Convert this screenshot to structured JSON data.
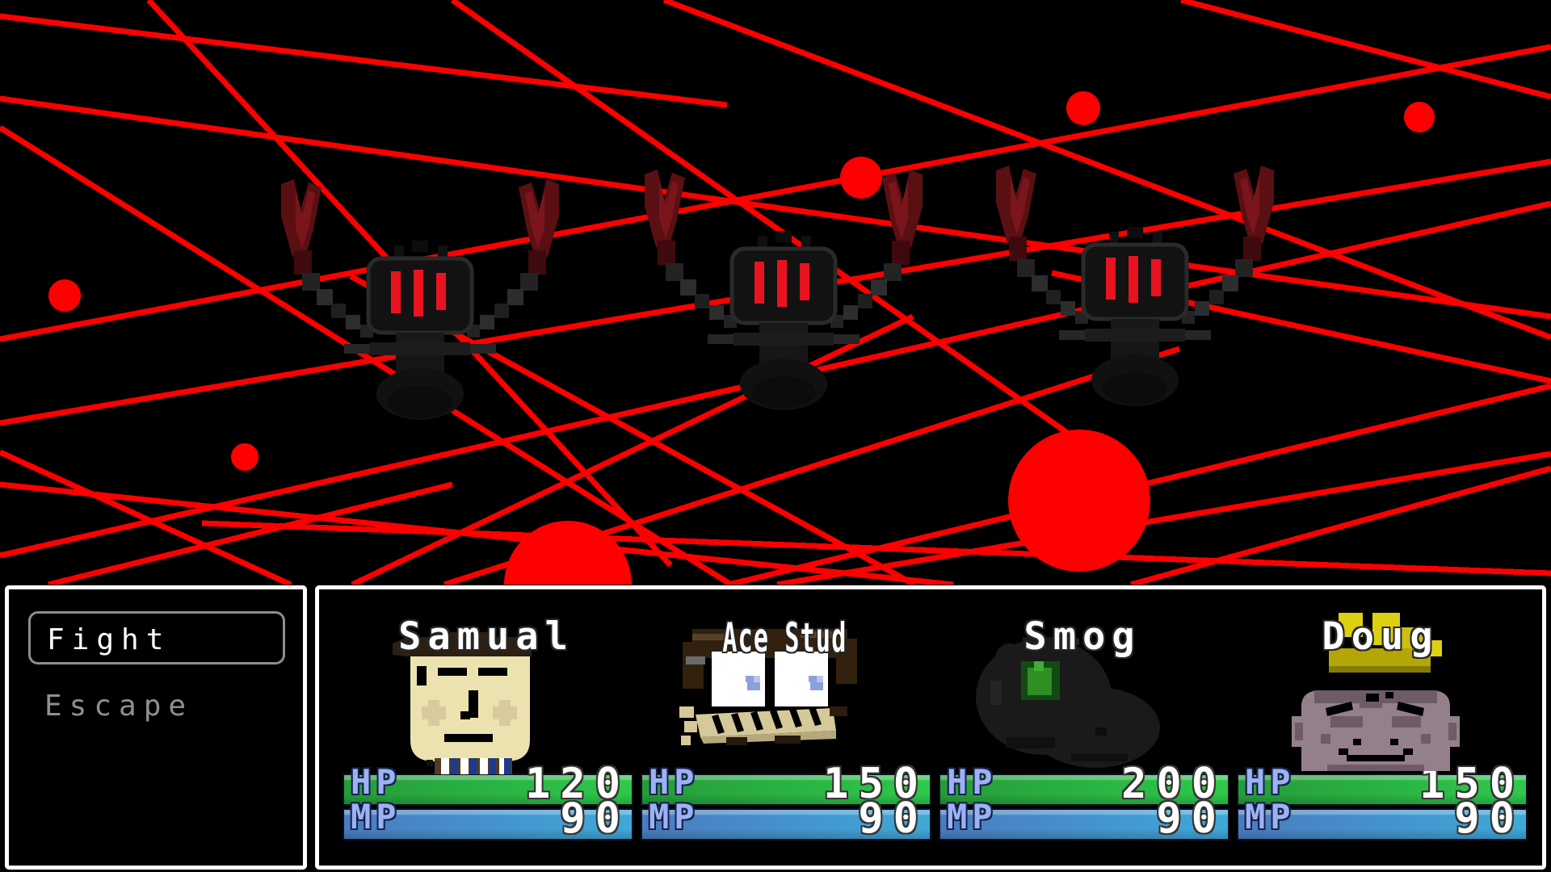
{
  "scene": {
    "enemy_count": 3,
    "enemy_sprite": "laser-claw-robot",
    "colors": {
      "background": "#000000",
      "laser": "#ff0000"
    }
  },
  "command_menu": {
    "items": [
      {
        "label": "Fight",
        "selected": true
      },
      {
        "label": "Escape",
        "selected": false
      }
    ]
  },
  "party": {
    "stat_labels": {
      "hp": "HP",
      "mp": "MP"
    },
    "members": [
      {
        "name": "Samual",
        "hp": "120",
        "mp": "90",
        "portrait": "samual",
        "condensed": false
      },
      {
        "name": "Ace Stud",
        "hp": "150",
        "mp": "90",
        "portrait": "ace-stud",
        "condensed": true
      },
      {
        "name": "Smog",
        "hp": "200",
        "mp": "90",
        "portrait": "smog",
        "condensed": false
      },
      {
        "name": "Doug",
        "hp": "150",
        "mp": "90",
        "portrait": "doug",
        "condensed": false
      }
    ]
  },
  "colors": {
    "hp_bar_start": "#259c3a",
    "hp_bar_end": "#2ec94b",
    "mp_bar_start": "#4a7cc0",
    "mp_bar_end": "#3fa9d8",
    "stat_label": "#9db1f5",
    "menu_selected_text": "#ffffff",
    "menu_disabled_text": "#8f8f8f"
  }
}
